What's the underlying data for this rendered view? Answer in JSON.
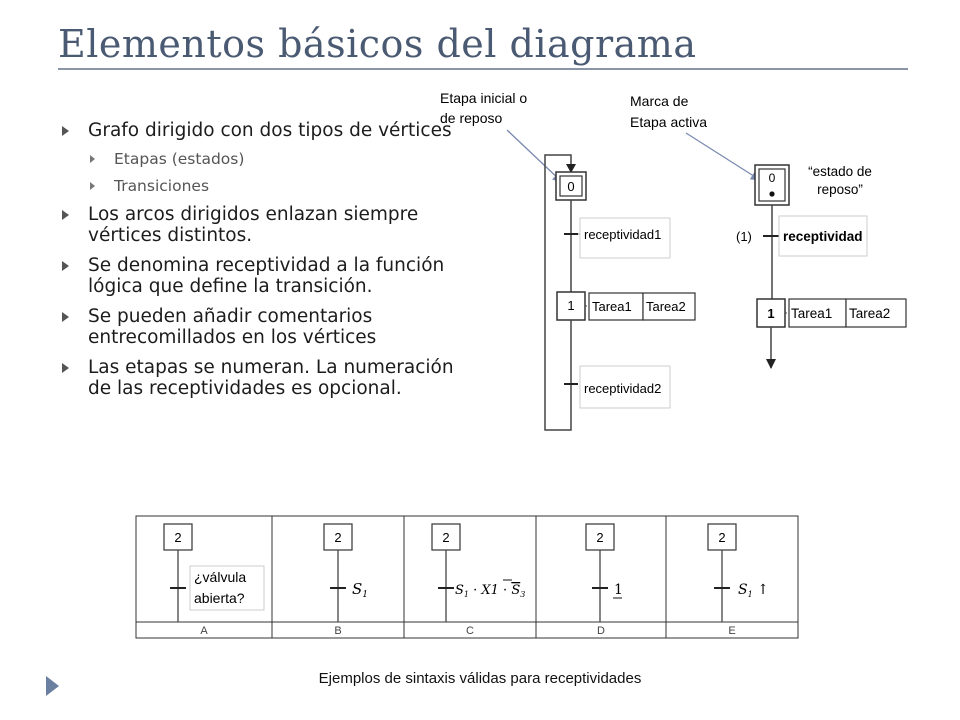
{
  "title": "Elementos básicos del diagrama",
  "bullets": [
    {
      "text": "Grafo dirigido con dos tipos de vértices",
      "subs": [
        "Etapas (estados)",
        "Transiciones"
      ]
    },
    {
      "text": "Los arcos dirigidos enlazan siempre vértices distintos."
    },
    {
      "text": "Se denomina receptividad a la función lógica que define la transición."
    },
    {
      "text": "Se pueden añadir comentarios entrecomillados en los vértices"
    },
    {
      "text": "Las etapas se numeran. La numeración de las receptividades es opcional."
    }
  ],
  "diagram_left": {
    "callout": [
      "Etapa  inicial o",
      "de reposo"
    ],
    "step0": "0",
    "receptivity1": "receptividad1",
    "step1": "1",
    "task1": "Tarea1",
    "task2": "Tarea2",
    "receptivity2": "receptividad2"
  },
  "diagram_right": {
    "callout": [
      "Marca de",
      "Etapa activa"
    ],
    "step0": "0",
    "comment": [
      "“estado de",
      "reposo”"
    ],
    "transition_number": "(1)",
    "receptivity": "receptividad",
    "step1": "1",
    "task1": "Tarea1",
    "task2": "Tarea2"
  },
  "examples": {
    "step": "2",
    "a_text": [
      "¿válvula",
      "abierta?"
    ],
    "columns": [
      "A",
      "B",
      "C",
      "D",
      "E"
    ]
  },
  "caption": "Ejemplos de sintaxis válidas para receptividades"
}
